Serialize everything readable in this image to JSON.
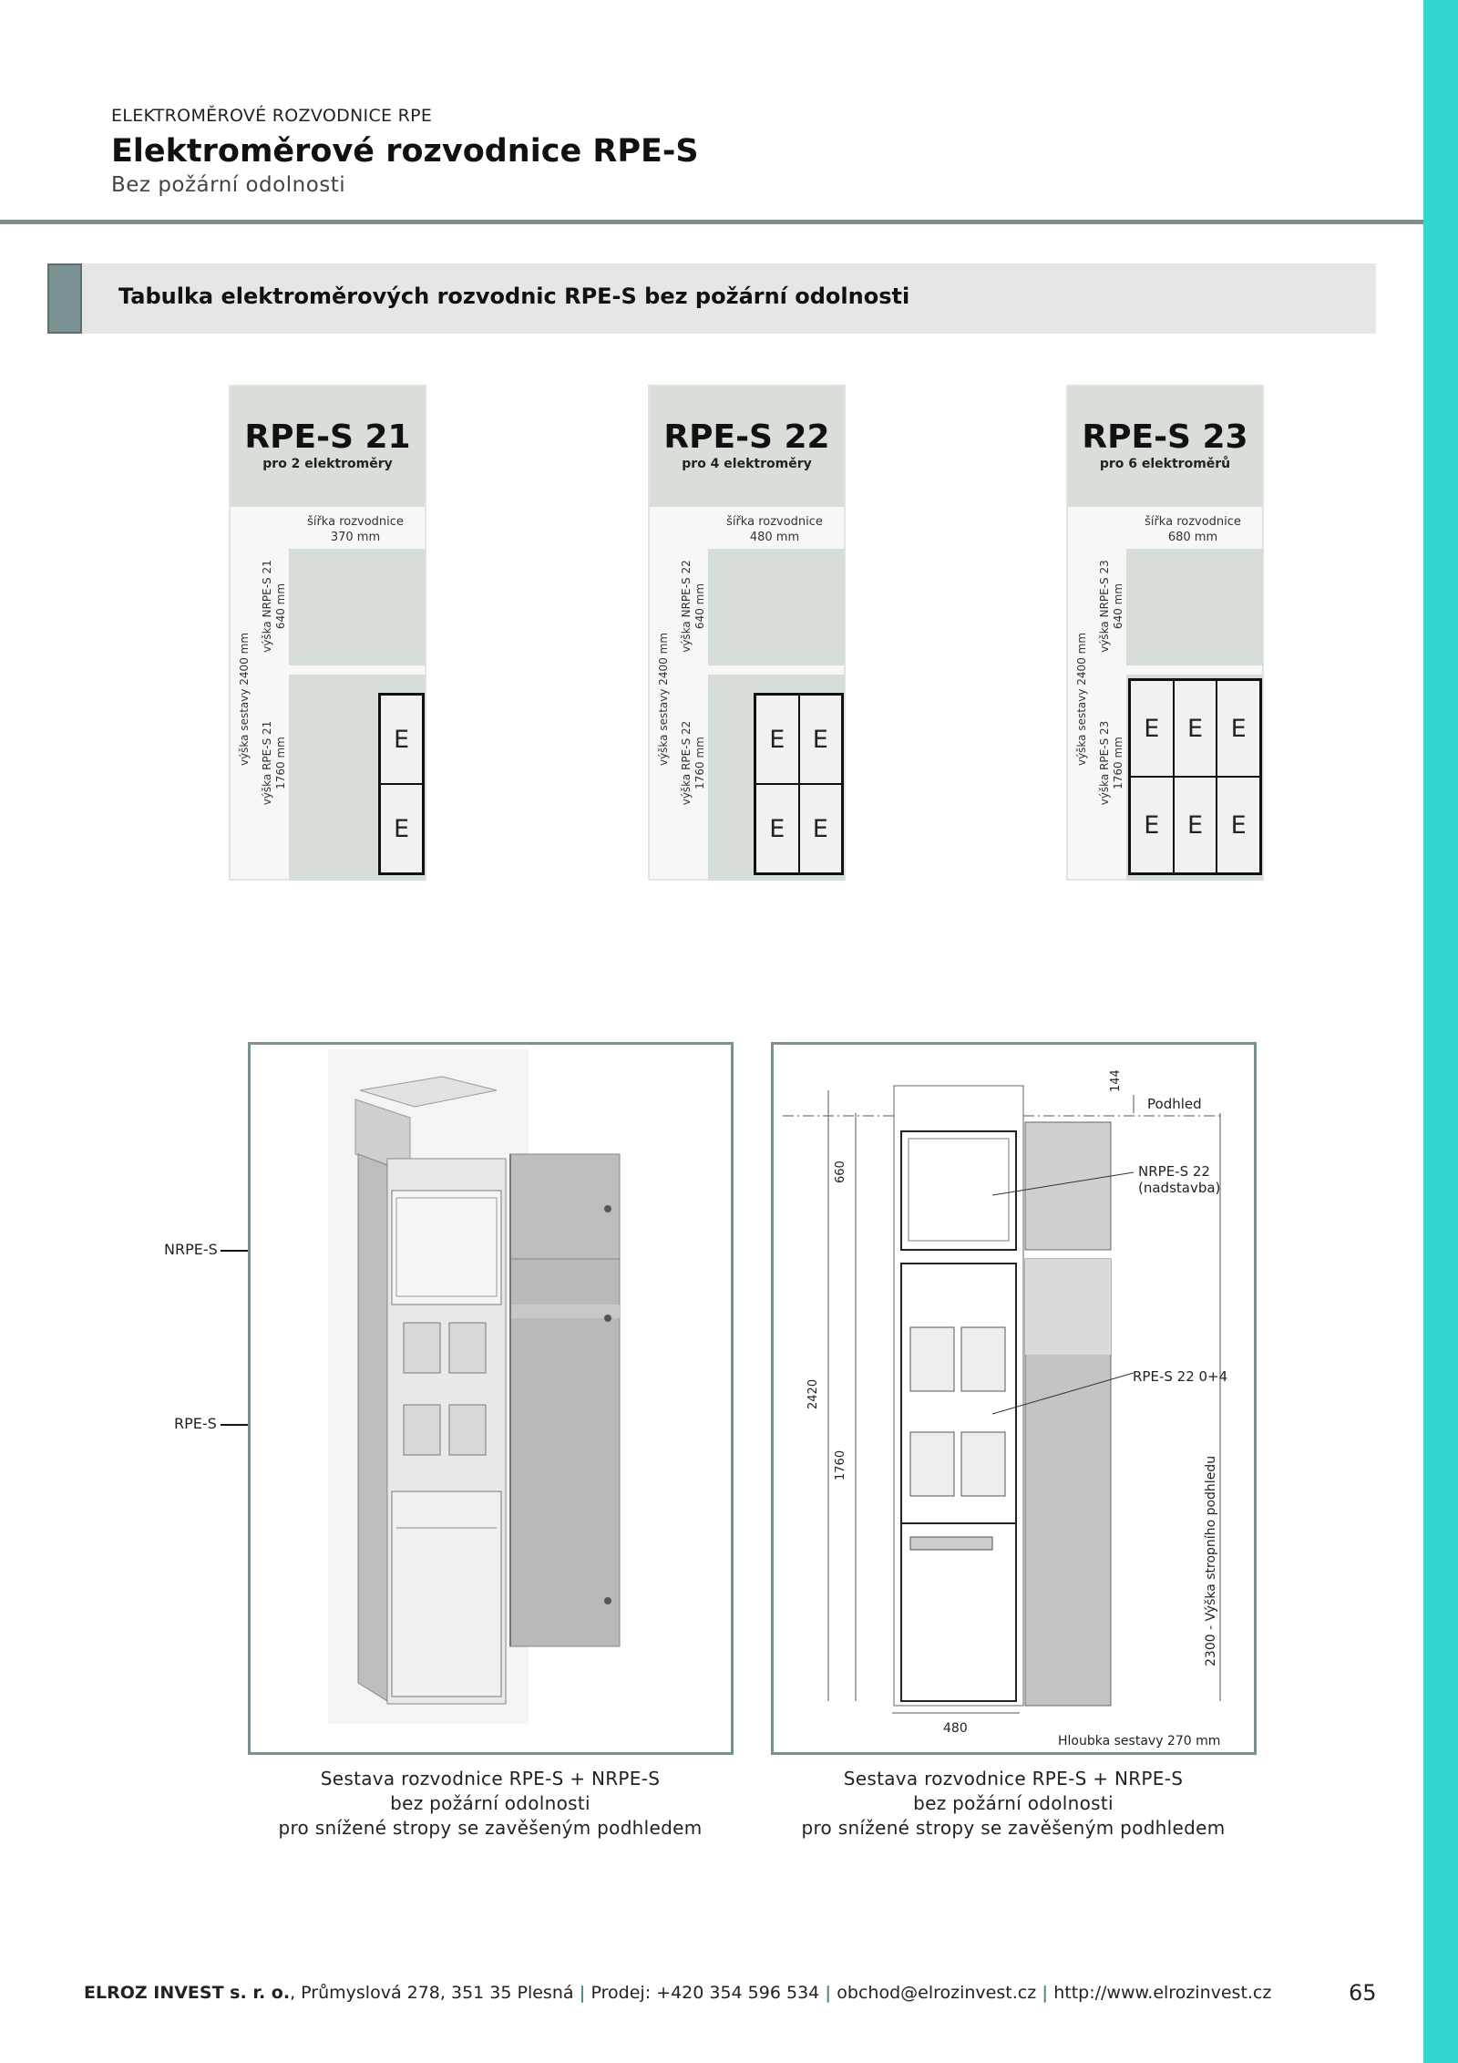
{
  "header": {
    "kicker": "ELEKTROMĚROVÉ ROZVODNICE RPE",
    "title": "Elektroměrové rozvodnice RPE-S",
    "subtitle": "Bez požární odolnosti"
  },
  "section": {
    "title": "Tabulka elektroměrových rozvodnic RPE-S bez požární odolnosti"
  },
  "cards": [
    {
      "name": "RPE-S 21",
      "sub": "pro 2 elektroměry",
      "width_label": "šířka rozvodnice",
      "width_value": "370 mm",
      "set_height": "výška sestavy 2400 mm",
      "top_label": "výška NRPE-S 21",
      "top_value": "640 mm",
      "bottom_label": "výška RPE-S 21",
      "bottom_value": "1760 mm",
      "meters": [
        "E",
        "E"
      ]
    },
    {
      "name": "RPE-S 22",
      "sub": "pro 4 elektroměry",
      "width_label": "šířka rozvodnice",
      "width_value": "480 mm",
      "set_height": "výška sestavy 2400 mm",
      "top_label": "výška NRPE-S 22",
      "top_value": "640 mm",
      "bottom_label": "výška RPE-S 22",
      "bottom_value": "1760 mm",
      "meters": [
        "E",
        "E",
        "E",
        "E"
      ]
    },
    {
      "name": "RPE-S 23",
      "sub": "pro 6 elektroměrů",
      "width_label": "šířka rozvodnice",
      "width_value": "680 mm",
      "set_height": "výška sestavy 2400 mm",
      "top_label": "výška NRPE-S 23",
      "top_value": "640 mm",
      "bottom_label": "výška RPE-S 23",
      "bottom_value": "1760 mm",
      "meters": [
        "E",
        "E",
        "E",
        "E",
        "E",
        "E"
      ]
    }
  ],
  "photo": {
    "arrow_top": "NRPE-S",
    "arrow_bottom": "RPE-S"
  },
  "drawing": {
    "dim_top": "144",
    "ceiling": "Podhled",
    "dim_660": "660",
    "dim_2420": "2420",
    "dim_1760": "1760",
    "dim_480": "480",
    "nrpe_label": "NRPE-S 22",
    "nrpe_note": "(nadstavba)",
    "rpe_label": "RPE-S 22 0+4",
    "ceiling_height": "2300 - Výška stropního podhledu",
    "depth": "Hloubka sestavy 270 mm"
  },
  "captions": [
    {
      "l1": "Sestava rozvodnice RPE-S + NRPE-S",
      "l2": "bez požární odolnosti",
      "l3": "pro snížené stropy se zavěšeným podhledem"
    },
    {
      "l1": "Sestava rozvodnice RPE-S + NRPE-S",
      "l2": "bez požární odolnosti",
      "l3": "pro snížené stropy se zavěšeným podhledem"
    }
  ],
  "footer": {
    "company": "ELROZ INVEST s. r. o.",
    "address": ", Průmyslová 278, 351 35 Plesná ",
    "phone": " Prodej: +420 354 596 534 ",
    "email": " obchod@elrozinvest.cz ",
    "web": " http://www.elrozinvest.cz",
    "sep": "|",
    "page": "65"
  },
  "colors": {
    "accent_strip": "#34d6d0",
    "rule": "#7b8f8f",
    "panel_border": "#7b9091",
    "card_fill": "#d9ded9"
  }
}
